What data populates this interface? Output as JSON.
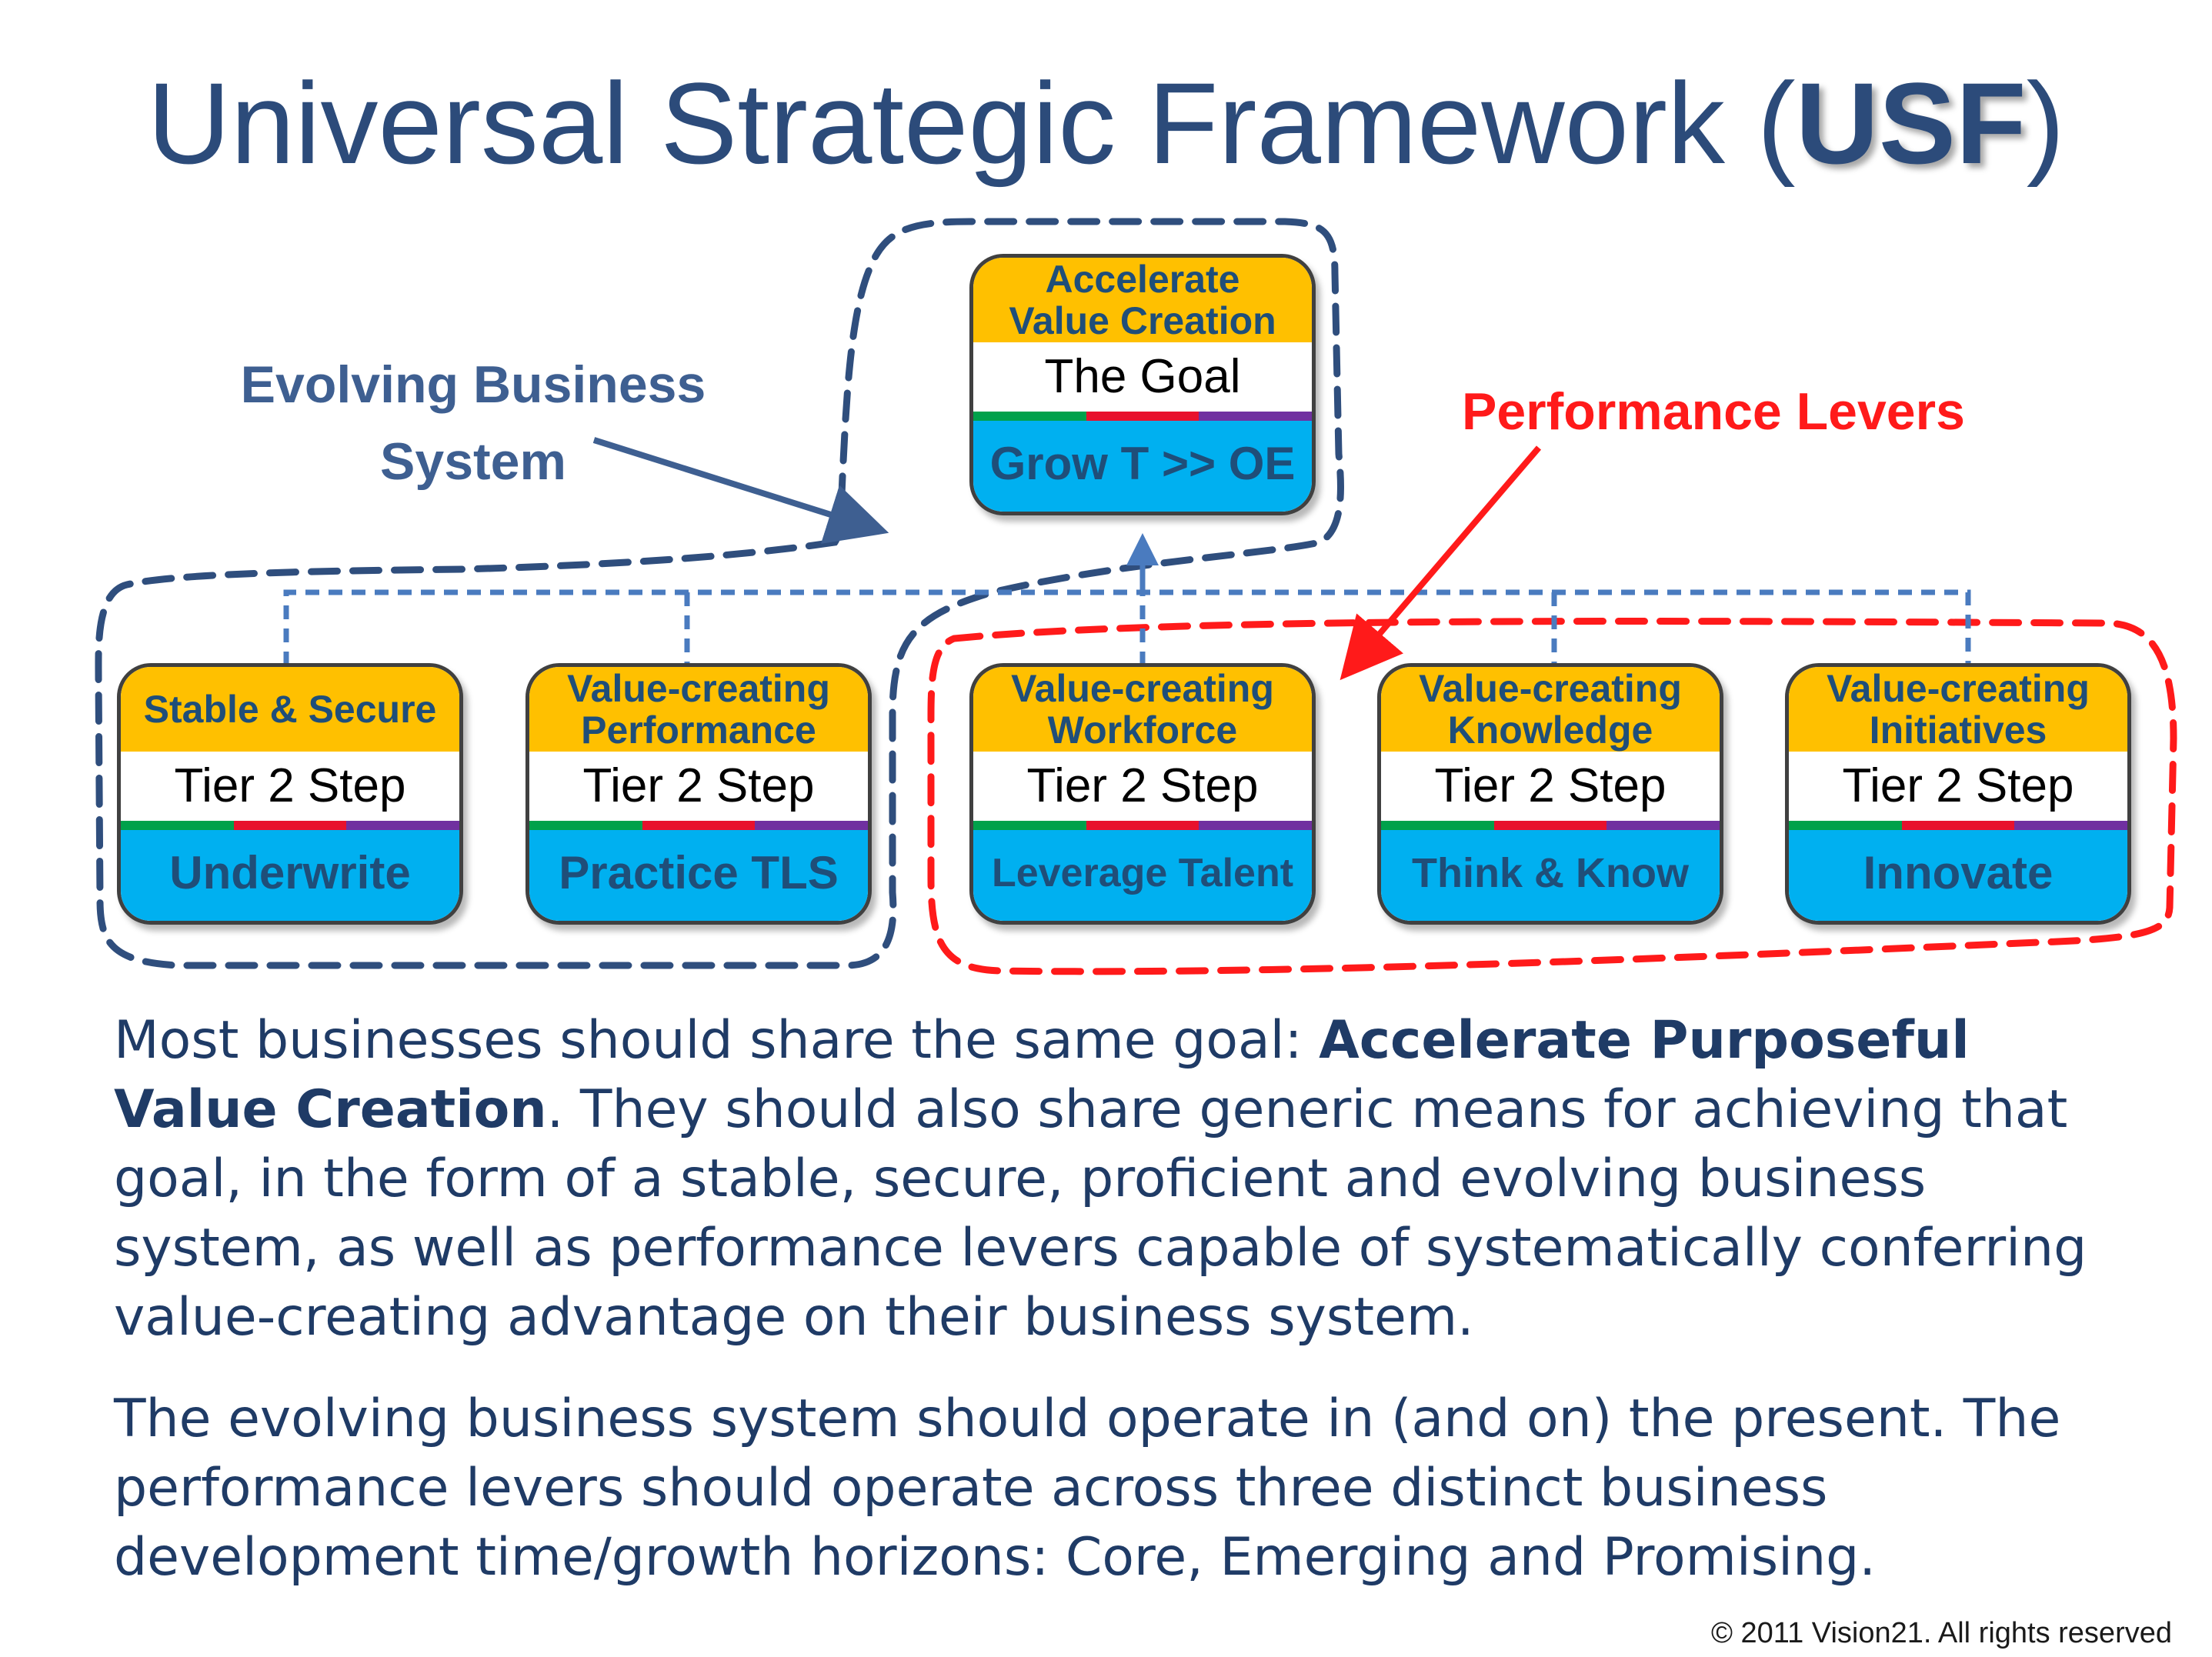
{
  "title": {
    "main": "Universal Strategic Framework (",
    "acronym": "USF",
    "close": ")"
  },
  "annotations": {
    "evolving_business_system": [
      "Evolving Business",
      "System"
    ],
    "performance_levers": "Performance Levers"
  },
  "goal_box": {
    "header": [
      "Accelerate",
      "Value Creation"
    ],
    "middle": "The Goal",
    "bottom": "Grow T >> OE"
  },
  "steps": [
    {
      "header": [
        "Stable & Secure"
      ],
      "middle": "Tier 2 Step",
      "bottom": "Underwrite"
    },
    {
      "header": [
        "Value-creating",
        "Performance"
      ],
      "middle": "Tier 2 Step",
      "bottom": "Practice TLS"
    },
    {
      "header": [
        "Value-creating",
        "Workforce"
      ],
      "middle": "Tier 2 Step",
      "bottom": "Leverage Talent"
    },
    {
      "header": [
        "Value-creating",
        "Knowledge"
      ],
      "middle": "Tier 2 Step",
      "bottom": "Think & Know"
    },
    {
      "header": [
        "Value-creating",
        "Initiatives"
      ],
      "middle": "Tier 2 Step",
      "bottom": "Innovate"
    }
  ],
  "paragraph1": {
    "lead": "Most businesses should share the same goal: ",
    "bold": "Accelerate Purposeful Value Creation",
    "rest": ".  They should also share generic means for achieving that goal, in the form of a stable, secure, proficient and evolving business system, as well as performance levers capable of systematically conferring value-creating advantage on their business system."
  },
  "paragraph2": "The evolving business system should operate in (and on) the present. The performance levers should operate across three distinct business development time/growth horizons: Core, Emerging and Promising.",
  "copyright": "© 2011 Vision21.  All rights reserved",
  "colors": {
    "title": "#2c4b7a",
    "header_fill": "#ffc000",
    "bottom_fill": "#00b0f0",
    "ebs_outline": "#2f4e7d",
    "levers_outline": "#ff1a1a",
    "connector": "#4a7bbf"
  }
}
